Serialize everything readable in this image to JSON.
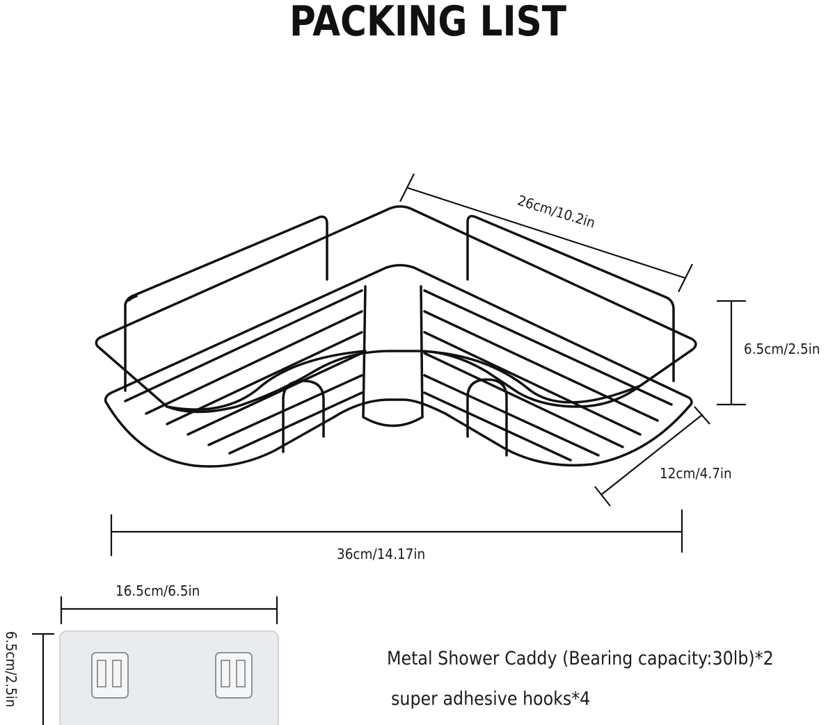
{
  "title": "PACKING LIST",
  "dimensions": {
    "top_length": "26cm/10.2in",
    "height": "6.5cm/2.5in",
    "depth": "12cm/4.7in",
    "width": "36cm/14.17in",
    "hook_width": "16.5cm/6.5in",
    "hook_height": "6.5cm/2.5in"
  },
  "contents": [
    "Metal Shower Caddy (Bearing capacity:30lb)*2",
    "super adhesive hooks*4"
  ],
  "colors": {
    "wire": "#111111",
    "hook_plate": "#e9ebee"
  }
}
